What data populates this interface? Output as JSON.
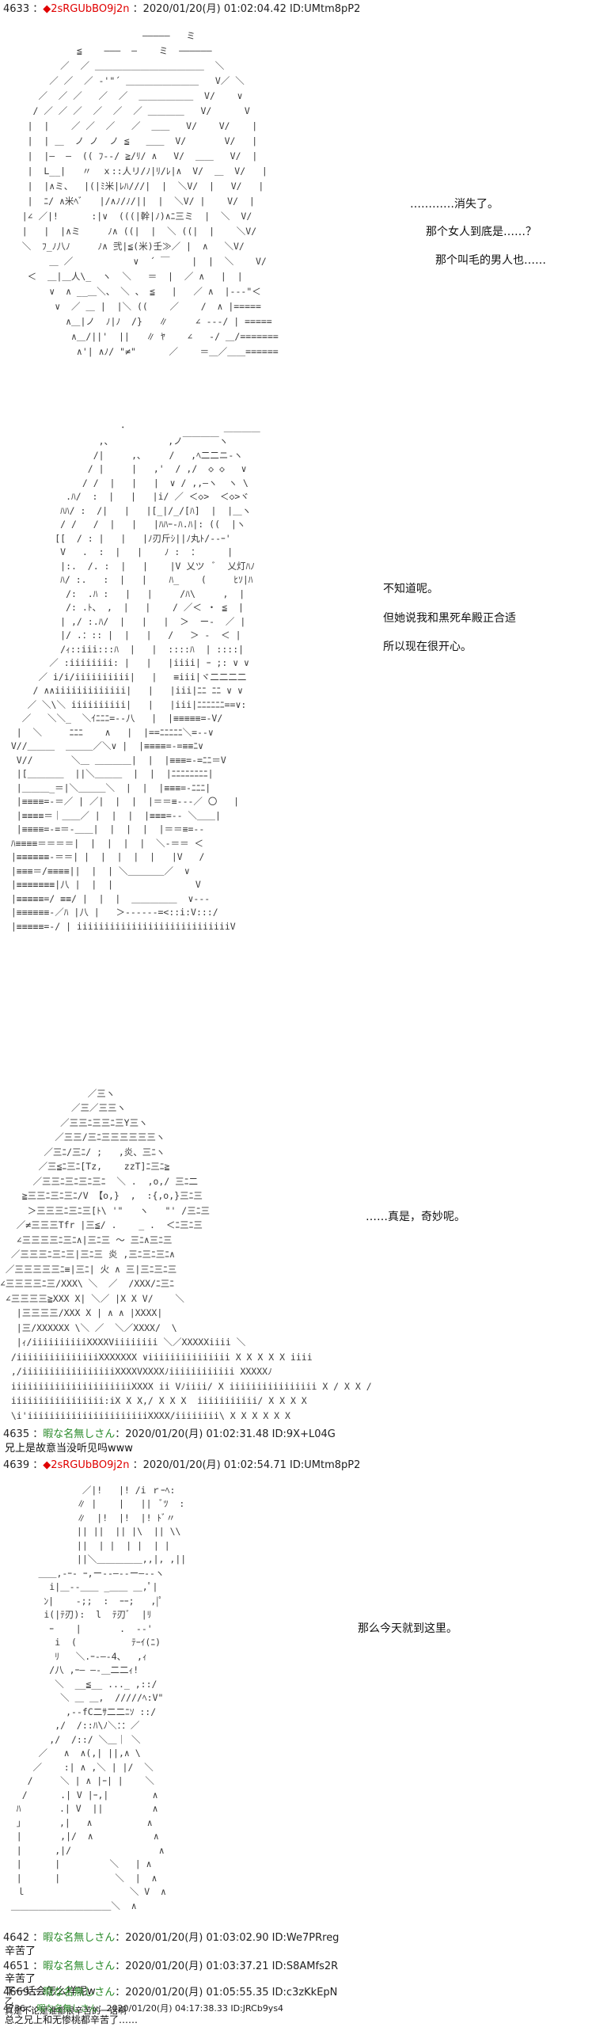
{
  "posts": [
    {
      "number": "4633",
      "name": "◆2sRGUbBO9j2n",
      "date": "2020/01/20(月) 01:02:04.42",
      "id": "ID:UMtm8pP2"
    },
    {
      "number": "4635",
      "name": "暇な名無しさん",
      "date": "2020/01/20(月) 01:02:31.48",
      "id": "ID:9X+L04G",
      "body": "兄上是故意当没听见吗www"
    },
    {
      "number": "4639",
      "name": "◆2sRGUbBO9j2n",
      "date": "2020/01/20(月) 01:02:54.71",
      "id": "ID:UMtm8pP2"
    },
    {
      "number": "4642",
      "name": "暇な名無しさん",
      "date": "2020/01/20(月) 01:03:02.90",
      "id": "ID:We7PRreg",
      "body": "辛苦了"
    },
    {
      "number": "4651",
      "name": "暇な名無しさん",
      "date": "2020/01/20(月) 01:03:37.21",
      "id": "ID:S8AMfs2R",
      "body": "辛苦了\n下一话会怎么样呢w"
    },
    {
      "number": "4669",
      "name": "暇な名無しさん",
      "date": "2020/01/20(月) 01:05:55.35",
      "id": "ID:c3zKkEpN",
      "body": "乙\n真是不论是谁都很辛苦的一话啊"
    },
    {
      "number": "4736",
      "name": "暇な名無しさん",
      "date": "2020/01/20(月) 04:17:38.33",
      "id": "ID:JRCb9ys4",
      "body": "总之兄上和无惨桃都辛苦了……"
    }
  ],
  "dialogue": {
    "d1": "…………消失了。",
    "d2": "那个女人到底是……？",
    "d3": "那个叫毛的男人也……",
    "d4": "不知道呢。",
    "d5": "但她说我和黒死牟殿正合适",
    "d6": "所以现在很开心。",
    "d7": "……真是，奇妙呢。",
    "d8": "那么今天就到这里。"
  },
  "art": {
    "a1": "                          ―――――   ミ\n              ≦    ―――  ―    ミ  ――――――\n           ／  ／ ＿＿＿＿＿＿＿＿＿＿＿＿  ＼\n         ／ ／  ／ ‐'\"´ ＿＿＿＿＿＿＿＿   V／ ＼\n       ／  ／ ／   ／  ／  ＿＿＿＿＿＿  V/    ∨\n      / ／ ／ ／  ／  ／  ／ ＿＿＿＿   V/      V\n     |  |    ／ ／  ／   ／  ＿＿   V/    V/    |\n     |  | ＿  ノ ノ  ノ ≦   ＿＿  V/       V/   |\n     |  |―  ―  (( ﾌ-‐/ ≧/ﾘ/ ∧   V/  ＿＿   V/  |\n     |  L__|   〃  ｘ::人リ/ﾉ|ﾘ/ﾚ|∧  V/  ＿  V/   |\n     |  |∧ミ、  |(|ﾐ米|ﾚﾊ///|  |  ＼V/  |   V/   |\n     |  ﾆ/ ∧米ﾍﾞ   |/∧ﾉ/ﾉ/||  |  ＼V/ |    V/  |\n    |∠ ／|!      :|∨  (((|幹|ﾉ)∧ﾆ三ミ  |  ＼  V/\n    |   |  |∧ミ     ﾉ∧ ((|  |  ＼ ((|  |    ＼V/\n    ＼  ﾌ_ﾉ八ﾉ     ﾉ∧ 弐|≦(米)壬≫／ |  ∧   ＼V/\n         ＿ ／           ∨  ´ ￣    |  |  ＼    V/\n     ＜  ＿|＿人\\_  ヽ  ＼   ＝  |  ／ ∧   |  |\n         ∨  ∧ __＿＼、 ＼ 、 ≦   |   ／ ∧  |---\"＜\n          ∨  ／ ＿ |  |＼ ((    ／    /  ∧ |=====\n            ∧＿|ノ  ﾉ|ﾉ  /}   ∥     ∠ ---/ | =====\n             ∧＿/||'  ||   ∥ ﾔ    ∠   -/ ＿/=======\n              ∧'| ∧ﾉ/ \"≠\"      ／    ＝＿／＿＿======",
    "a2": "                      ･                  ＿＿＿＿\n                  ,、          ,ノ￣￣￣￣ヽ\n                 /|     ,､     /   ,ﾍ二二ニ-ヽ\n                / |     |   ,'  / ,/  ◇ ◇   ∨\n               / /  |   |   |  ∨ / ,,―ヽ  ヽ \\\n            .ﾊ/  :  |   |   |i/ ／ ＜◇>  ＜◇>ヾ\n           ﾊﾊ/ :  /|   |   |[_|/_/[ﾊ]  |  |＿ヽ\n           / /   /  |   |   |ﾊﾊｰ‐ﾊ.ﾊ|: ((  |ヽ\n          [[  / : |   |   |ﾉ刃斤ｼ||ﾉ丸ﾄ/--ｰ'\n           V   .  :  |   |    ﾉ :  ：     |\n           |:.  /. :  |   |    |V 乂ツ  ﾞ  乂灯ﾊﾉ\n           ﾊ/ :.   :  |   |    ﾊ_    (     ﾋｿ|ﾊ\n            /:  .ﾊ :   |   |     /ﾊ\\     ,  |\n            /: .ﾄ、 ,  |   |    / ／＜ ・ ≦  |\n           | ,/ :.ﾊ/  |   |   |  ＞  ー‐  ／ |\n           |/ .：:: |  |   |   /   ＞ -  ＜ |\n           /ｨ::iii:::ﾊ  |   |  ::::ﾊ  | ::::|\n         ／ :iiiiiiii: |   |   |iiii| ｰ ;: ∨ ∨\n       ／ i/i/iiiiiiiiii|   |   ≡iii|ヾ二二二二\n      / ∧∧iiiiiiiiiiiii|   |   |iii|ﾆﾆ ﾆﾆ ∨ ∨\n     ／ ＼\\＼ iiiiiiiiii|   |   |iii|ﾆﾆﾆﾆﾆﾆ==∨:\n    ／   ＼＼_  ＼ｲﾆﾆﾆ=--八   |  |≡≡≡≡≡=-V/\n   |  ＼     ﾆﾆﾆ    ∧   |  |==ﾆﾆﾆﾆﾆ＼=--∨\n  V//＿＿＿  ＿＿＿／＼∨ |  |≡≡≡≡=‐=≡≡ﾆ∨\n   V//       ＼＿ ＿＿＿＿|  |  |≡≡≡=‐=ﾆﾆ＝V\n   |[＿＿＿＿  ||＼＿＿＿  |  |  |ﾆﾆﾆﾆﾆﾆﾆﾆ|\n   |＿＿＿_＝|＼＿＿＿＼  |  |  |≡≡≡=-ﾆﾆﾆ|\n   |≡≡≡≡=-＝／ | ／|  |  |  |＝＝≡---／ 〇   |\n   |≡≡≡≡＝｜＿＿／ |  |  |  |≡≡≡=-- ＼＿＿|\n   |≡≡≡≡=-=＝-＿＿|  |  |  |  |＝＝≡=--\n  ﾊ≡≡≡≡＝＝＝＝|  |  |  |  |  ＼-＝＝ ＜\n  |≡≡≡≡≡≡-＝＝| |  |  |  |  |   |V   /\n  |≡≡≡＝/≡≡≡≡||  |  | ＼＿＿＿＿／  ∨\n  |≡≡≡≡≡≡≡|八 |  |  |               V\n  |≡≡≡≡≡=/ ≡≡/ |  |  |  ＿＿＿＿＿  ∨---\n  |≡≡≡≡≡≡-／ﾊ |八 |   ＞------=<::i:V:::/\n  |≡≡≡≡≡=-/ | iiiiiiiiiiiiiiiiiiiiiiiiiiiiV",
    "a3": "                ／三ヽ\n             ／三／三三ヽ\n           ／三三ﾆ三三ﾆ三Y三ヽ\n          ／三三/三ﾆ三三三三三三ヽ\n        ／三ﾆ/三ﾆ/ ;   ,炎、三ﾆヽ\n       ／三≦ﾆ三ﾆ[Tz,    zzT]ﾆ三ﾆ≧\n      ／三三ﾆ三ﾆ三ﾆ三ﾆ  ＼ .  ,o,/ 三ﾆ二\n    ≧三三ﾆ三ﾆ三ﾆ/V 【o,}  ,  :{,o,}三ﾆ三\n     ＞三三三ﾆ三ﾆ三[ﾄ\\ '\"   ヽ   \"' /三ﾆ三\n   ／≠三三三Tfr |三≦/ .    _ .  ＜ﾆ三ﾆ三\n   ∠三三三三ﾆ三ﾆ∧|三ﾆ三 〜 三ﾆ∧三ﾆ三\n  ／三三三ﾆ三ﾆ三|三ﾆ三 炎 ,三ﾆ三ﾆ三ﾆ∧\n ／三三三三三ﾆ≡|三ﾆ| 火 ∧ 三|三ﾆ三ﾆ三\n∠三三三三ﾆ三/XXX\\ ＼  ／  /XXX/ﾆ三ﾆ\n ∠三三三三≧XXX X| ＼／ |X X V/    ＼\n   |三三三三/XXX X | ∧ ∧ |XXXX|\n   |三/XXXXXX \\＼ ／  ＼／XXXX/  \\\n   |ｨ/iiiiiiiiiiXXXXViiiiiiii ＼／XXXXXiiii ＼\n  /iiiiiiiiiiiiiiiXXXXXXX ∨iiiiiiiiiiiiiii X X X X X iiii\n  ,/iiiiiiiiiiiiiiiiiXXXXVXXXXﾉiiiiiiiiiiii XXXXXﾉ\n  iiiiiiiiiiiiiiiiiiiiiiXXXX ii Vﾉiiii/ X iiiiiiiiiiiiiiii X / X X /iiiiiiii\n  iiiiiiiiiiiiiiiii:iX X X,/ X X X  iiiiiiiiiii/ X X X X\n  \\i'iiiiiiiiiiiiiiiiiiiiiiXXXX/iiiiiiii\\ X X X X X X",
    "a4": "               ／|!   |! /i ｒｰﾍ:\n              ∥ |    |   ||  ﾞﾂ  :\n              ∥  |!  |!  |! ﾄﾞ〃\n              || ||  || |\\  || \\\\\n              ||  | |  | |  | |\n              ||＼＿＿＿＿＿,,|, ,||\n       ＿＿,-ｰ‐ ｰ,ー--―--ー―--ヽ\n         i|＿‐‐＿＿ _＿＿ ＿,ﾟ|\n        ﾝ|    -;;  :  ｰｰ;   ,|ﾟ\n        i(|ﾃ刃):  l  ﾃ刃ﾞ  |ﾘ\n         ｰ    |       .  ‐-'\n          i  (          ﾃｰｲ(ﾆ)\n          ﾘ   ＼.ｰ‐―-4、  ,ｨ\n         /八 ,ｰ― ―-＿二二ｨ!\n          ＼  __≦__ ..._ ,::/\n           ＼ ＿ ＿,  /////ﾍ:V\"\n            ,--fC二ｻ二二ﾆｿ ::/\n          ,/  /::ﾊ\\ﾉ＼：：／\n         ,/  /::/ ＼＿｜ ＼\n       ／   ∧  ∧(,| ||,∧ \\\n      ／    :| ∧ ,＼ | |/  ＼\n     /     ＼ | ∧ |ｰ| |    ＼\n    /      .| V |ｰ,|        ∧\n   ﾊ       .| V  ||         ∧\n   ｣       ,|   ∧          ∧\n   |       ,|/  ∧           ∧\n   |      ,|/                ∧\n   |      |         ＼   | ∧\n   |      |          ＼  |  ∧\n   ｌ                   ＼ V  ∧\n  ＿＿＿＿＿＿＿＿＿＿＿＼  ∧"
  }
}
